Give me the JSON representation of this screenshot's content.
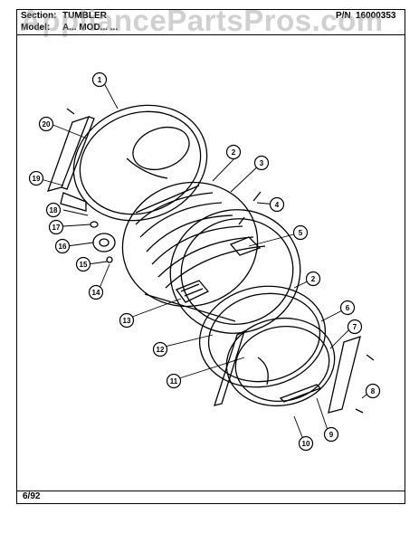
{
  "header": {
    "section_label": "Section:",
    "section_value": "TUMBLER",
    "model_label": "Model:",
    "model_value": "A... MOD... ...",
    "pn_label": "P/N",
    "pn_value": "16000353"
  },
  "watermark": "AppliancePartsPros.com",
  "footer": {
    "date": "6/92"
  },
  "callouts": [
    "1",
    "2",
    "3",
    "4",
    "5",
    "2",
    "6",
    "7",
    "8",
    "9",
    "10",
    "11",
    "12",
    "13",
    "14",
    "15",
    "16",
    "17",
    "18",
    "19",
    "20"
  ]
}
